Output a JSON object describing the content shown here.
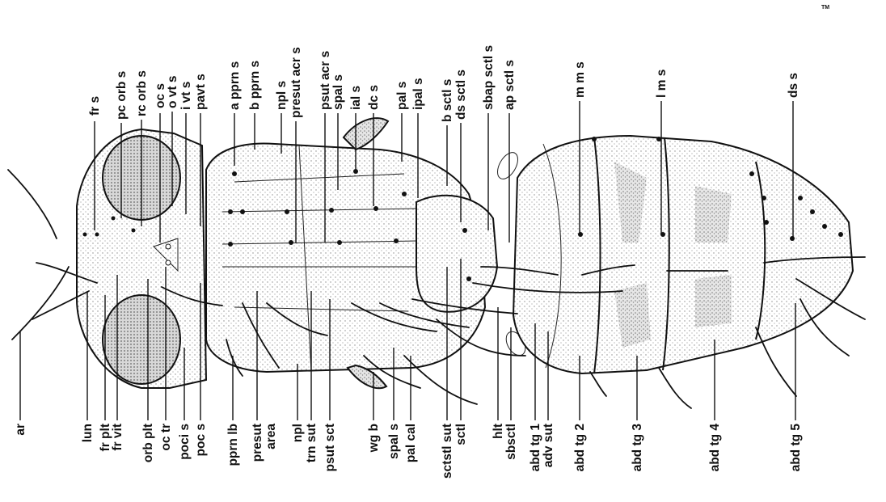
{
  "figure": {
    "trademark": "TM",
    "top_labels": [
      "fr s",
      "pc orb s",
      "rc orb s",
      "oc s",
      "o vt s",
      "i vt s",
      "pavt s",
      "a pprn s",
      "b pprn s",
      "npl s",
      "presut acr s",
      "psut acr s",
      "spal s",
      "ial s",
      "dc s",
      "pal s",
      "ipal s",
      "b sctl s",
      "ds sctl s",
      "sbap sctl s",
      "ap sctl s",
      "m m s",
      "l m s",
      "ds s"
    ],
    "bottom_labels": [
      "ar",
      "lun",
      "fr plt",
      "fr vit",
      "orb plt",
      "oc tr",
      "poci s",
      "poc s",
      "pprn lb",
      "presut",
      "area",
      "npl",
      "trn sut",
      "psut sct",
      "wg b",
      "spal s",
      "pal cal",
      "sctstl sut",
      "sctl",
      "hlt",
      "sbsctl",
      "abd tg 1",
      "adv sut",
      "abd tg 2",
      "abd tg 3",
      "abd tg 4",
      "abd tg 5"
    ]
  },
  "colors": {
    "ink": "#111111",
    "paper": "#ffffff",
    "stipple": "#c9c9c9"
  }
}
